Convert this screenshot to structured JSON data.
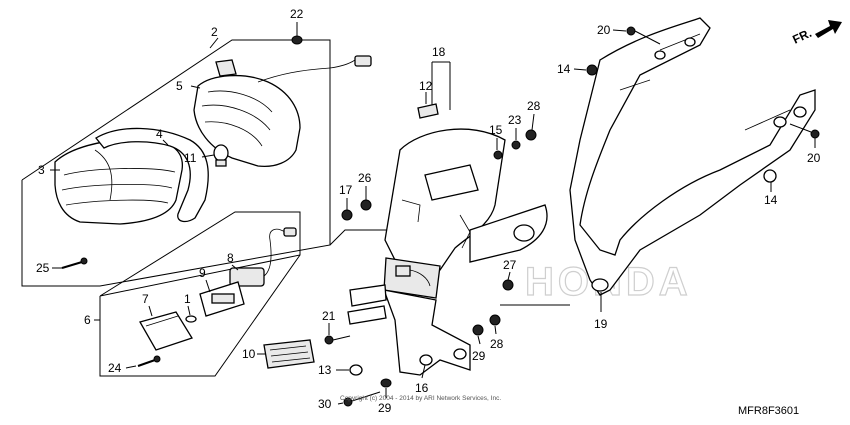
{
  "callouts": [
    "1",
    "2",
    "3",
    "4",
    "5",
    "6",
    "7",
    "8",
    "9",
    "10",
    "11",
    "12",
    "13",
    "14",
    "15",
    "16",
    "17",
    "18",
    "19",
    "20",
    "21",
    "22",
    "23",
    "24",
    "25",
    "26",
    "27",
    "28",
    "29",
    "30"
  ],
  "labels": {
    "c22": "22",
    "c2": "2",
    "c5": "5",
    "c4": "4",
    "c3": "3",
    "c11": "11",
    "c25": "25",
    "c18": "18",
    "c12": "12",
    "c15": "15",
    "c23": "23",
    "c28a": "28",
    "c17": "17",
    "c26": "26",
    "c8": "8",
    "c9": "9",
    "c7": "7",
    "c1": "1",
    "c6": "6",
    "c10": "10",
    "c24": "24",
    "c21": "21",
    "c13": "13",
    "c16": "16",
    "c29a": "29",
    "c30": "30",
    "c27": "27",
    "c29b": "29",
    "c28b": "28",
    "c20a": "20",
    "c14a": "14",
    "c20b": "20",
    "c14b": "14",
    "c19": "19"
  },
  "direction_label": "FR.",
  "watermark": "HONDA",
  "copyright": "Copyright (c) 2004 - 2014 by ARI Network Services, Inc.",
  "reference_code": "MFR8F3601"
}
